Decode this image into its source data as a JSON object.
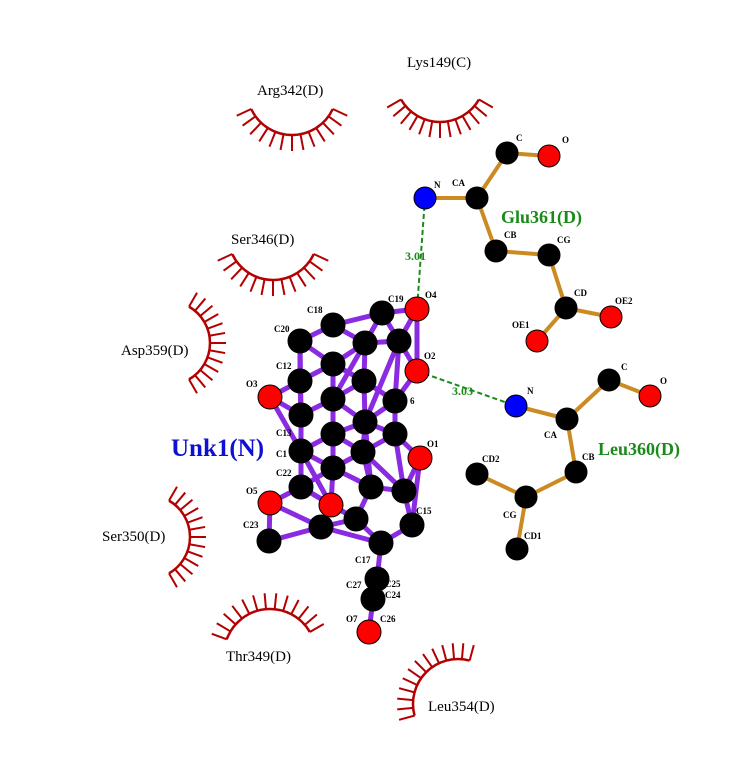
{
  "ligand": {
    "name": "Unk1(N)"
  },
  "residues_labeled": [
    {
      "name": "Glu361(D)"
    },
    {
      "name": "Leu360(D)"
    }
  ],
  "hydrophobic_residues": [
    "Lys149(C)",
    "Arg342(D)",
    "Ser346(D)",
    "Asp359(D)",
    "Ser350(D)",
    "Thr349(D)",
    "Leu354(D)"
  ],
  "hbonds": [
    "3.01",
    "3.03"
  ],
  "ligand_atom_labels": [
    "C18",
    "C19",
    "O4",
    "C20",
    "O2",
    "C12",
    "O3",
    "C1",
    "C13",
    "O1",
    "C22",
    "O5",
    "C15",
    "C23",
    "C17",
    "C27",
    "C25",
    "C24",
    "O7",
    "C26",
    "6"
  ],
  "glu_atom_labels": [
    "N",
    "CA",
    "C",
    "O",
    "CB",
    "CG",
    "CD",
    "OE2",
    "OE1"
  ],
  "leu_atom_labels": [
    "N",
    "CA",
    "C",
    "O",
    "CB",
    "CD2",
    "CG",
    "CD1"
  ],
  "colors": {
    "carbon": "#000000",
    "oxygen": "#ff0000",
    "nitrogen": "#0000ff",
    "ligand_bond": "#8a2be2",
    "residue_bond": "#cc8a22",
    "hbond": "#1a8a1a",
    "hydrophobic_arc": "#b30000"
  }
}
